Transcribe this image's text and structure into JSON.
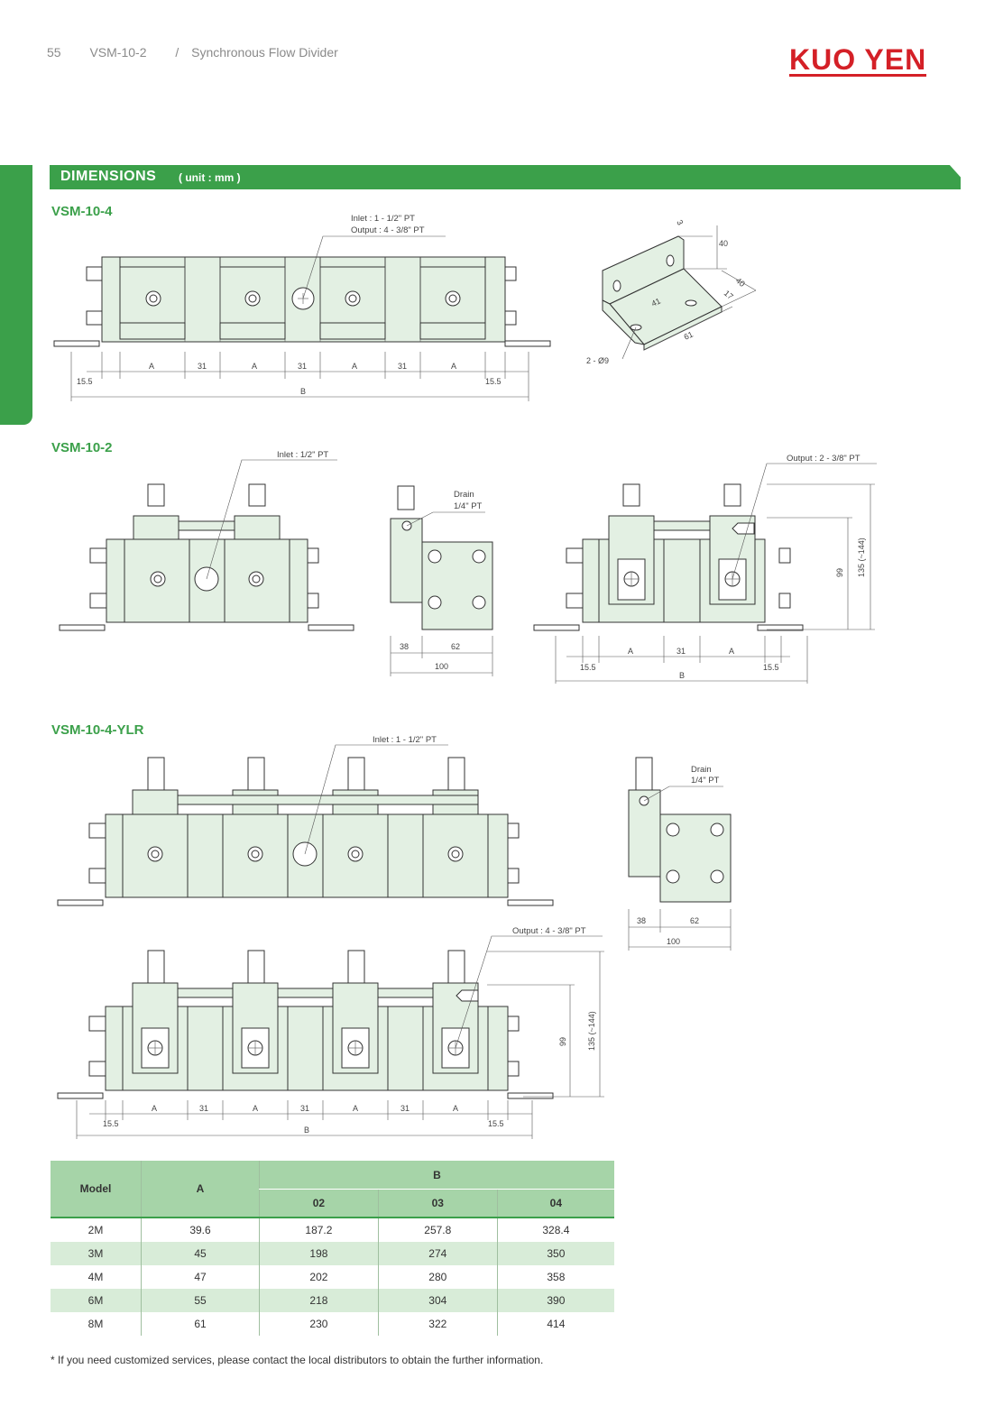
{
  "header": {
    "page_number": "55",
    "model": "VSM-10-2",
    "separator": "/",
    "title": "Synchronous Flow Divider"
  },
  "brand": {
    "logo_text": "KUO YEN",
    "color": "#d42027"
  },
  "accent_color": "#3ba04a",
  "section": {
    "title": "DIMENSIONS",
    "unit": "( unit : mm )"
  },
  "drawings": {
    "vsm_10_4": {
      "title": "VSM-10-4",
      "port_label_1": "Inlet : 1 - 1/2\" PT",
      "port_label_2": "Output : 4 - 3/8\" PT",
      "dim_a": "A",
      "dim_31": "31",
      "dim_155": "15.5",
      "dim_b": "B",
      "bracket": {
        "dim_3": "3",
        "dim_40a": "40",
        "dim_40b": "40",
        "dim_41": "41",
        "dim_17": "17",
        "dim_61": "61",
        "holes": "2 - Ø9"
      }
    },
    "vsm_10_2": {
      "title": "VSM-10-2",
      "inlet": "Inlet : 1/2\" PT",
      "drain": "Drain",
      "drain_size": "1/4\" PT",
      "output": "Output : 2 - 3/8\" PT",
      "dim_38": "38",
      "dim_62": "62",
      "dim_100": "100",
      "dim_99": "99",
      "dim_135": "135 (~144)",
      "dim_a": "A",
      "dim_31": "31",
      "dim_155": "15.5",
      "dim_b": "B"
    },
    "vsm_10_4_ylr": {
      "title": "VSM-10-4-YLR",
      "inlet": "Inlet : 1 - 1/2\" PT",
      "drain": "Drain",
      "drain_size": "1/4\" PT",
      "output": "Output : 4 - 3/8\" PT",
      "dim_38": "38",
      "dim_62": "62",
      "dim_100": "100",
      "dim_99": "99",
      "dim_135": "135 (~144)",
      "dim_a": "A",
      "dim_31": "31",
      "dim_155": "15.5",
      "dim_b": "B"
    }
  },
  "table": {
    "col_model": "Model",
    "col_a": "A",
    "col_b": "B",
    "b_subcols": [
      "02",
      "03",
      "04"
    ],
    "rows": [
      {
        "model": "2M",
        "a": "39.6",
        "b02": "187.2",
        "b03": "257.8",
        "b04": "328.4"
      },
      {
        "model": "3M",
        "a": "45",
        "b02": "198",
        "b03": "274",
        "b04": "350"
      },
      {
        "model": "4M",
        "a": "47",
        "b02": "202",
        "b03": "280",
        "b04": "358"
      },
      {
        "model": "6M",
        "a": "55",
        "b02": "218",
        "b03": "304",
        "b04": "390"
      },
      {
        "model": "8M",
        "a": "61",
        "b02": "230",
        "b03": "322",
        "b04": "414"
      }
    ]
  },
  "footnote": "* If you need customized services, please contact the local distributors to obtain the further information."
}
